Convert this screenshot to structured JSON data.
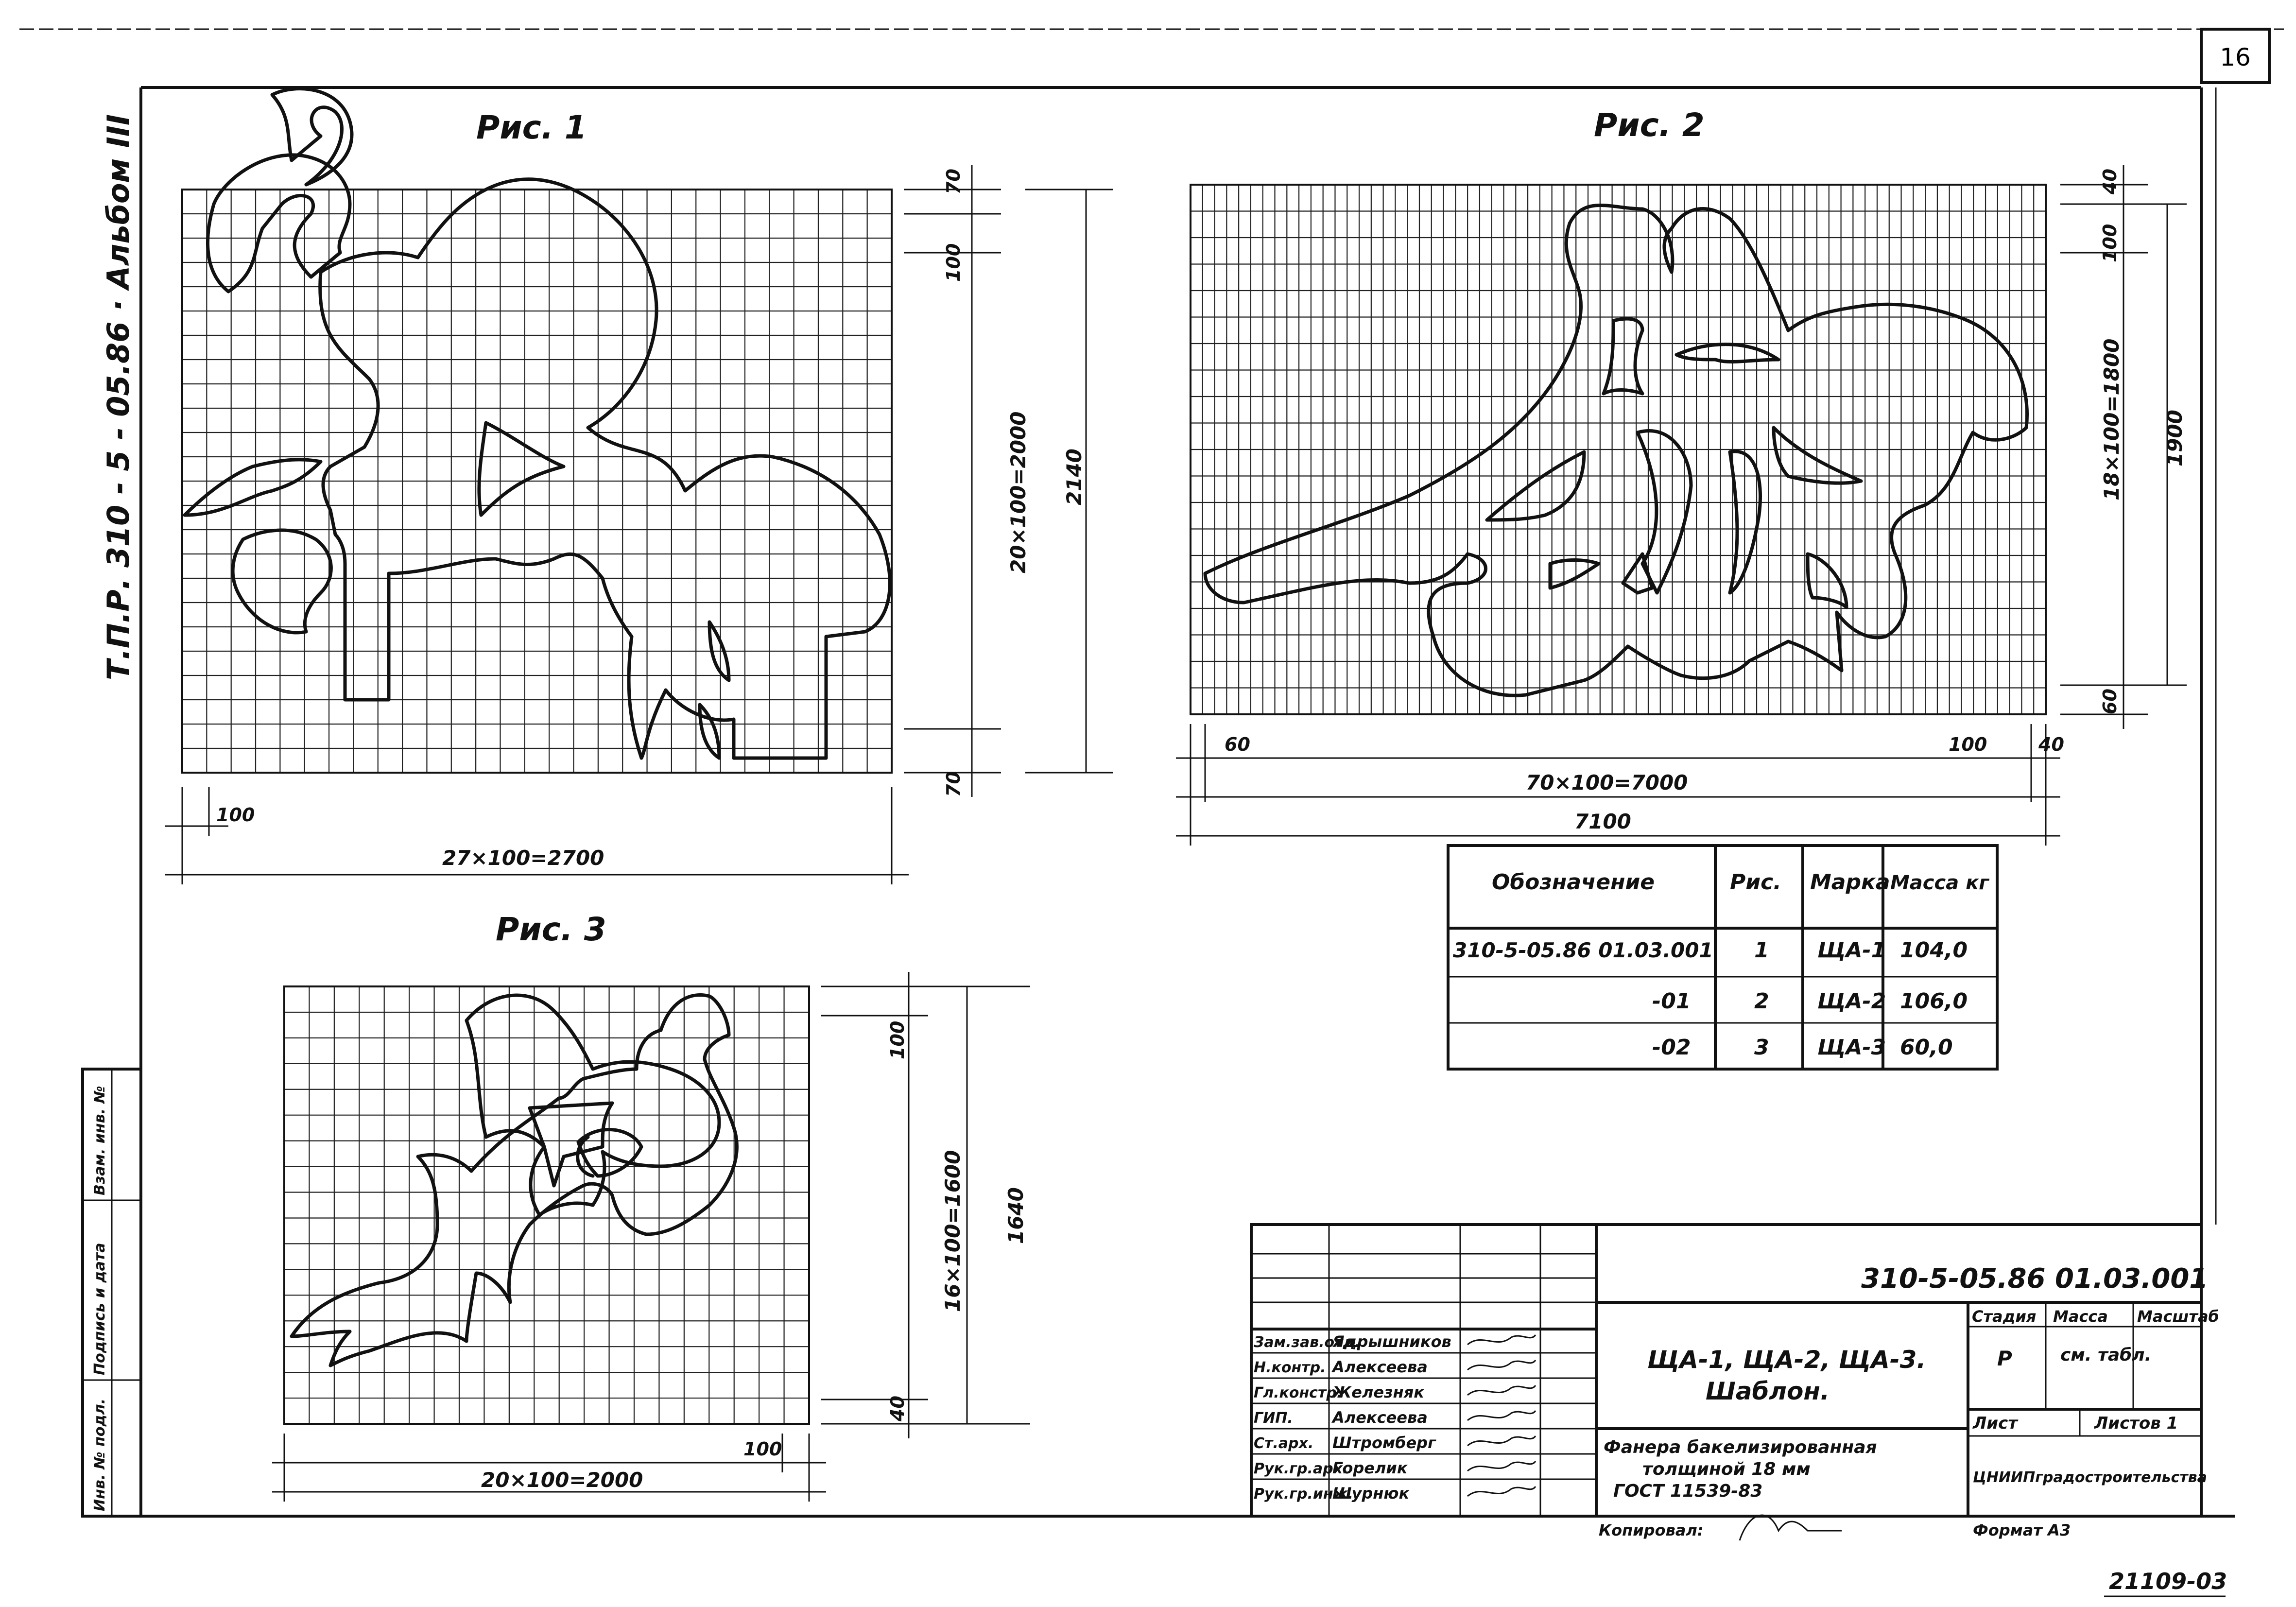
{
  "sheet_number": "16",
  "side_text": "Т.П.Р. 310 - 5 - 05.86 · Альбом III",
  "figures": [
    {
      "id": "fig1",
      "title": "Рис. 1",
      "dims": {
        "top_margin": "70",
        "top_cell": "100",
        "height_grid": "20×100=2000",
        "height_total": "2140",
        "bottom_margin": "70",
        "left_cell": "100",
        "width_grid": "27×100=2700"
      }
    },
    {
      "id": "fig2",
      "title": "Рис. 2",
      "dims": {
        "top_margin": "40",
        "top_cell": "100",
        "height_grid": "18×100=1800",
        "height_total": "1900",
        "bottom_margin": "60",
        "left_margin": "60",
        "right_cell": "100",
        "right_margin": "40",
        "width_grid": "70×100=7000",
        "width_total": "7100"
      }
    },
    {
      "id": "fig3",
      "title": "Рис. 3",
      "dims": {
        "top_cell": "100",
        "height_grid": "16×100=1600",
        "height_total": "1640",
        "bottom_margin": "40",
        "right_cell": "100",
        "width_grid": "20×100=2000"
      }
    }
  ],
  "spec_table": {
    "headers": [
      "Обозначение",
      "Рис.",
      "Марка",
      "Масса кг"
    ],
    "rows": [
      [
        "310-5-05.86 01.03.001",
        "1",
        "ЩА-1",
        "104,0"
      ],
      [
        "-01",
        "2",
        "ЩА-2",
        "106,0"
      ],
      [
        "-02",
        "3",
        "ЩА-3",
        "60,0"
      ]
    ]
  },
  "title_block": {
    "doc_code": "310-5-05.86   01.03.001",
    "title_line1": "ЩА-1, ЩА-2, ЩА-3.",
    "title_line2": "Шаблон.",
    "material_line1": "Фанера бакелизированная",
    "material_line2": "толщиной 18 мм",
    "material_line3": "ГОСТ 11539-83",
    "stage_label": "Стадия",
    "mass_label": "Масса",
    "scale_label": "Масштаб",
    "stage_value": "Р",
    "mass_value": "см. табл.",
    "sheet_label": "Лист",
    "sheets_label": "Листов 1",
    "org": "ЦНИИПградостроительства",
    "copied_label": "Копировал:",
    "format_label": "Формат А3",
    "roles": [
      {
        "role": "Зам.зав.отд.",
        "name": "Ядрышников"
      },
      {
        "role": "Н.контр.",
        "name": "Алексеева"
      },
      {
        "role": "Гл.констр.",
        "name": "Железняк"
      },
      {
        "role": "ГИП.",
        "name": "Алексеева"
      },
      {
        "role": "Ст.арх.",
        "name": "Штромберг"
      },
      {
        "role": "Рук.гр.арх.",
        "name": "Горелик"
      },
      {
        "role": "Рук.гр.инж.",
        "name": "Шурнюк"
      }
    ]
  },
  "left_stamp": [
    "Инв. № подл.",
    "Подпись и дата",
    "Взам. инв. №"
  ],
  "bottom_number": "21109-03"
}
